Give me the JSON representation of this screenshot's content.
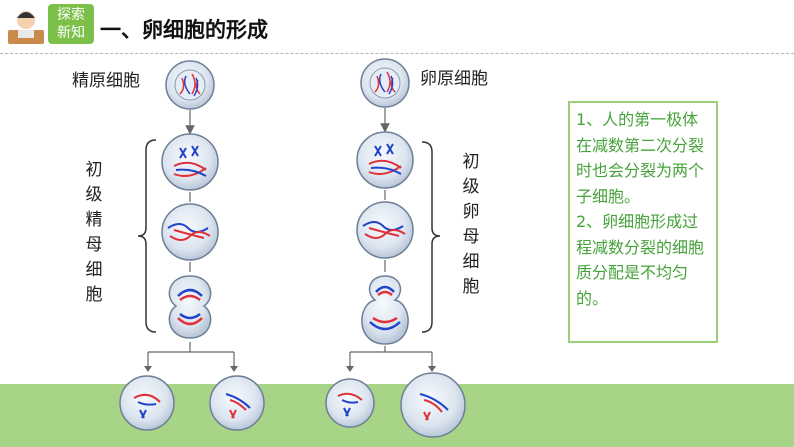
{
  "badge": {
    "line1": "探索",
    "line2": "新知"
  },
  "title": "一、卵细胞的形成",
  "left": {
    "top_label": "精原细胞",
    "bracket_label": [
      "初",
      "级",
      "精",
      "母",
      "细",
      "胞"
    ]
  },
  "right": {
    "top_label": "卵原细胞",
    "bracket_label": [
      "初",
      "级",
      "卵",
      "母",
      "细",
      "胞"
    ]
  },
  "note": {
    "p1": "1、人的第一极体在减数第二次分裂时也会分裂为两个子细胞。",
    "p2": "2、卵细胞形成过程减数分裂的细胞质分配是不均匀的。"
  },
  "colors": {
    "badge": "#7cc04a",
    "note_text": "#46a23a",
    "note_border": "#9ccf78",
    "ground": "#a8d488",
    "chromosome_red": "#e0303a",
    "chromosome_blue": "#2244cc"
  }
}
